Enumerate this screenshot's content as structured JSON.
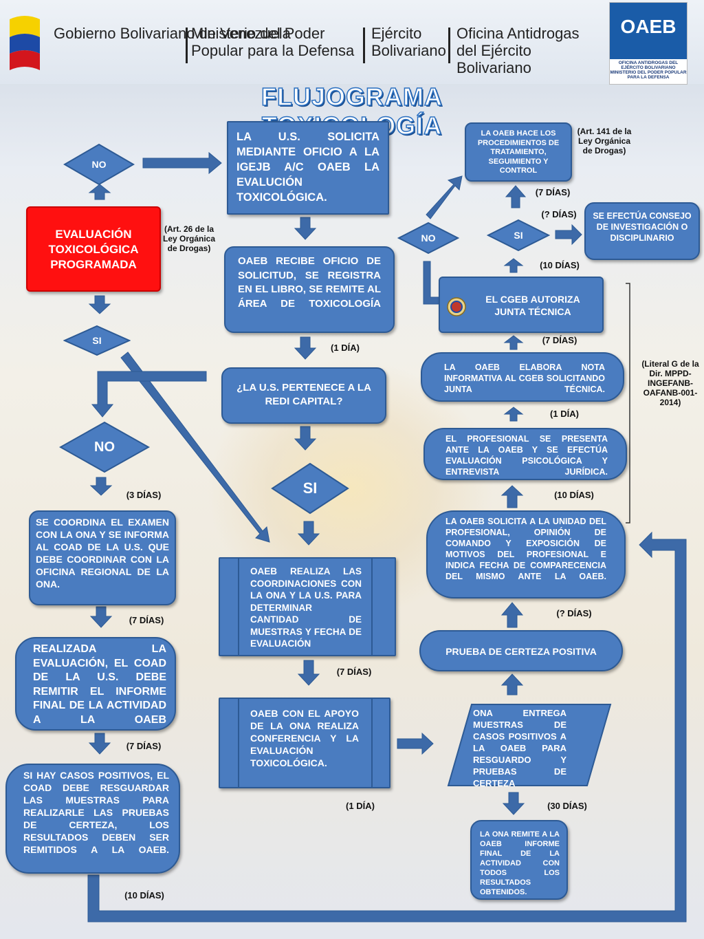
{
  "header": {
    "gobierno": "Gobierno Bolivariano de Venezuela",
    "ministerio": "Ministerio del Poder Popular para la Defensa",
    "ejercito": "Ejército Bolivariano",
    "oficina": "Oficina Antidrogas del Ejército Bolivariano",
    "logo_text": "OAEB",
    "logo_sub1": "OFICINA ANTIDROGAS DEL EJÉRCITO BOLIVARIANO",
    "logo_sub2": "MINISTERIO DEL PODER POPULAR PARA LA DEFENSA"
  },
  "title": "FLUJOGRAMA TOXICOLOGÍA",
  "nodes": {
    "evaluacion": "EVALUACIÓN TOXICOLÓGICA PROGRAMADA",
    "no_top": "NO",
    "si_left": "SI",
    "no_left": "NO",
    "us_solicita": "LA U.S. SOLICITA MEDIANTE OFICIO A LA IGEJB A/C OAEB LA EVALUCIÓN TOXICOLÓGICA.",
    "oaeb_recibe": "OAEB RECIBE OFICIO DE SOLICITUD, SE REGISTRA EN EL LIBRO, SE REMITE AL ÁREA DE TOXICOLOGÍA",
    "pertenece": "¿LA U.S. PERTENECE A LA REDI CAPITAL?",
    "si_center": "SI",
    "coordina_ona": "SE COORDINA EL EXAMEN CON LA ONA Y SE INFORMA AL COAD DE LA U.S. QUE DEBE COORDINAR CON LA OFICINA REGIONAL DE LA ONA.",
    "realizada": "REALIZADA LA EVALUACIÓN, EL COAD DE LA U.S. DEBE REMITIR EL INFORME FINAL DE LA ACTIVIDAD A LA OAEB",
    "casos_positivos": "SI HAY CASOS POSITIVOS, EL COAD DEBE RESGUARDAR LAS MUESTRAS PARA REALIZARLE LAS PRUEBAS DE CERTEZA, LOS RESULTADOS DEBEN SER REMITIDOS A LA OAEB.",
    "realiza_coord": "OAEB REALIZA LAS COORDINACIONES CON LA ONA Y LA U.S. PARA DETERMINAR CANTIDAD DE MUESTRAS Y FECHA DE EVALUACIÓN",
    "conferencia": "OAEB CON EL APOYO DE LA ONA REALIZA CONFERENCIA Y LA EVALUACIÓN TOXICOLÓGICA.",
    "ona_entrega": "ONA ENTREGA MUESTRAS DE CASOS POSITIVOS A LA OAEB PARA RESGUARDO Y PRUEBAS DE CERTEZA",
    "ona_remite": "LA ONA REMITE A LA OAEB INFORME FINAL DE LA ACTIVIDAD CON TODOS LOS RESULTADOS OBTENIDOS.",
    "prueba_certeza": "PRUEBA DE CERTEZA POSITIVA",
    "solicita_unidad": "LA OAEB SOLICITA A LA UNIDAD DEL PROFESIONAL, OPINIÓN DE COMANDO Y EXPOSICIÓN DE MOTIVOS DEL PROFESIONAL E INDICA FECHA DE COMPARECENCIA DEL MISMO ANTE LA OAEB.",
    "profesional": "EL PROFESIONAL SE PRESENTA ANTE LA OAEB Y SE EFECTÚA EVALUACIÓN PSICOLÓGICA Y ENTREVISTA JURÍDICA.",
    "nota": "LA OAEB ELABORA NOTA INFORMATIVA AL CGEB SOLICITANDO JUNTA TÉCNICA.",
    "cgeb": "EL CGEB AUTORIZA JUNTA TÉCNICA",
    "no_right": "NO",
    "si_right": "SI",
    "tratamiento": "LA OAEB HACE LOS PROCEDIMIENTOS DE TRATAMIENTO, SEGUIMIENTO Y CONTROL",
    "consejo": "SE EFECTÚA CONSEJO DE INVESTIGACIÓN O DISCIPLINARIO"
  },
  "labels": {
    "art26": "(Art. 26 de la Ley Orgánica de Drogas)",
    "art141": "(Art. 141 de la Ley Orgánica de Drogas)",
    "literal": "(Literal G de la Dir. MPPD-INGEFANB-OAFANB-001-2014)",
    "d_1dia_a": "(1 DÍA)",
    "d_3dias": "(3 DÍAS)",
    "d_7dias_a": "(7 DÍAS)",
    "d_7dias_b": "(7 DÍAS)",
    "d_7dias_c": "(7 DÍAS)",
    "d_10dias_left": "(10 DÍAS)",
    "d_1dia_b": "(1 DÍA)",
    "d_30dias": "(30 DÍAS)",
    "d_q_dias_a": "(? DÍAS)",
    "d_10dias_b": "(10 DÍAS)",
    "d_1dia_c": "(1 DÍA)",
    "d_7dias_d": "(7 DÍAS)",
    "d_10dias_c": "(10 DÍAS)",
    "d_q_dias_b": "(? DÍAS)",
    "d_7dias_e": "(7 DÍAS)"
  },
  "colors": {
    "box": "#4a7cc0",
    "box_border": "#2d5a94",
    "highlight": "#ff0000",
    "title": "#2a6fc0"
  }
}
